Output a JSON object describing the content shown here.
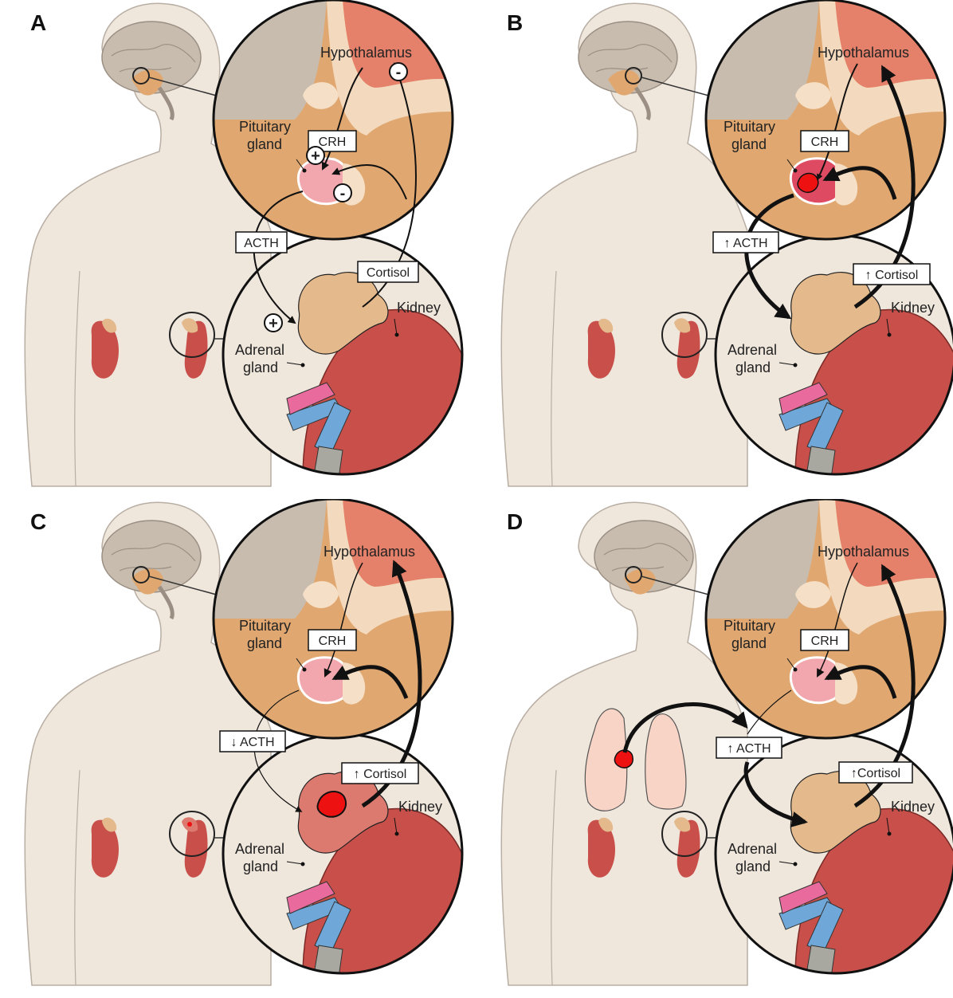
{
  "colors": {
    "skin": "#efe6dc",
    "skin_outline": "#b8aea4",
    "brain_tan": "#c8bcae",
    "orange_tissue": "#e0a870",
    "hypothalamus": "#e5806a",
    "kidney": "#c9504a",
    "adrenal": "#e4b98b",
    "adrenal_tumor_tissue": "#dd7a70",
    "pituitary_pink": "#f1a7ad",
    "pituitary_tumor_tissue": "#dd4a62",
    "tumor_red": "#ee1111",
    "lung": "#f8d4c6",
    "vessel_blue": "#6ea7d8",
    "vessel_pink": "#e96a9c"
  },
  "panels": [
    {
      "letter": "A",
      "hypothalamus": "Hypothalamus",
      "pituitary": [
        "Pituitary",
        "gland"
      ],
      "crh": "CRH",
      "acth": "ACTH",
      "cortisol": "Cortisol",
      "kidney": "Kidney",
      "adrenal": [
        "Adrenal",
        "gland"
      ],
      "signs": [
        "-",
        "+",
        "-",
        "+"
      ]
    },
    {
      "letter": "B",
      "hypothalamus": "Hypothalamus",
      "pituitary": [
        "Pituitary",
        "gland"
      ],
      "crh": "CRH",
      "acth": "↑ ACTH",
      "cortisol": "↑ Cortisol",
      "kidney": "Kidney",
      "adrenal": [
        "Adrenal",
        "gland"
      ]
    },
    {
      "letter": "C",
      "hypothalamus": "Hypothalamus",
      "pituitary": [
        "Pituitary",
        "gland"
      ],
      "crh": "CRH",
      "acth": "↓ ACTH",
      "cortisol": "↑ Cortisol",
      "kidney": "Kidney",
      "adrenal": [
        "Adrenal",
        "gland"
      ]
    },
    {
      "letter": "D",
      "hypothalamus": "Hypothalamus",
      "pituitary": [
        "Pituitary",
        "gland"
      ],
      "crh": "CRH",
      "acth": "↑ ACTH",
      "cortisol": "↑Cortisol",
      "kidney": "Kidney",
      "adrenal": [
        "Adrenal",
        "gland"
      ]
    }
  ]
}
